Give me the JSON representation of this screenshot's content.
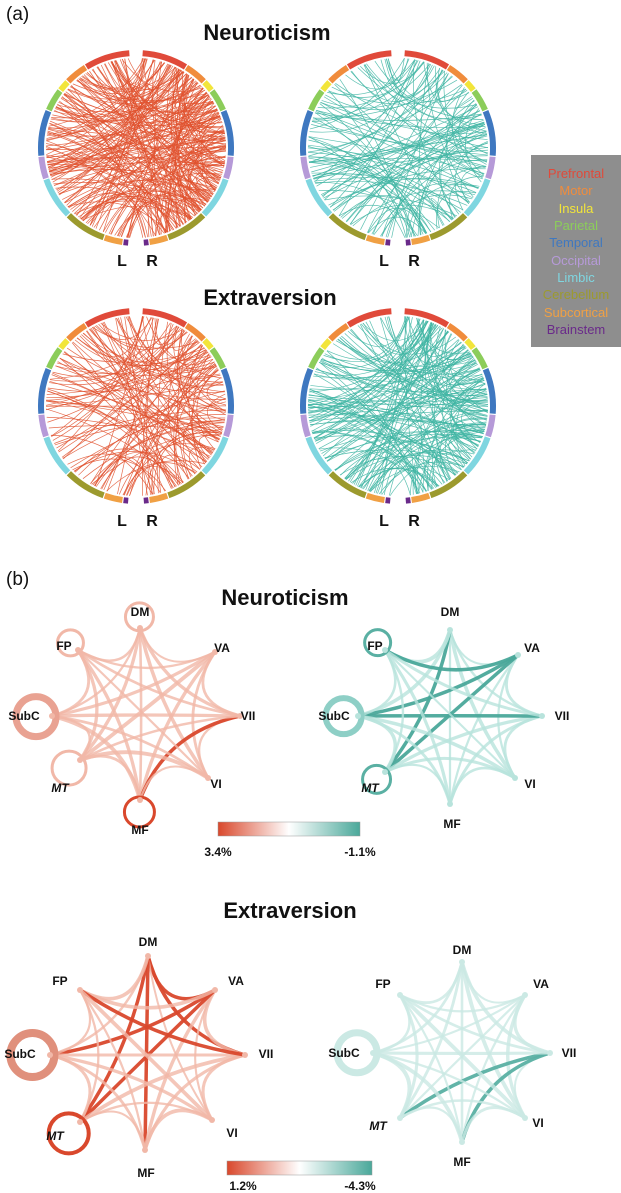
{
  "panel_a": {
    "label": "(a)",
    "titles": [
      "Neuroticism",
      "Extraversion"
    ],
    "hemisphere_left": "L",
    "hemisphere_right": "R",
    "colors": {
      "positive": "#e0522f",
      "negative": "#3fb5a3"
    }
  },
  "legend": {
    "items": [
      {
        "label": "Prefrontal",
        "color": "#e04a3a"
      },
      {
        "label": "Motor",
        "color": "#f08c3c"
      },
      {
        "label": "Insula",
        "color": "#f2e53a"
      },
      {
        "label": "Parietal",
        "color": "#8ccd5a"
      },
      {
        "label": "Temporal",
        "color": "#3f78c0"
      },
      {
        "label": "Occipital",
        "color": "#b69ad8"
      },
      {
        "label": "Limbic",
        "color": "#7fd6e0"
      },
      {
        "label": "Cerebellum",
        "color": "#9c9a2e"
      },
      {
        "label": "Subcortical",
        "color": "#f0a044"
      },
      {
        "label": "Brainstem",
        "color": "#6a2a8a"
      }
    ],
    "background": "#8e8e8e"
  },
  "panel_b": {
    "label": "(b)",
    "titles": [
      "Neuroticism",
      "Extraversion"
    ],
    "nodes": [
      "DM",
      "VA",
      "VII",
      "VI",
      "MF",
      "MT",
      "SubC",
      "FP"
    ],
    "neuroticism_scale": {
      "left": "3.4%",
      "right": "-1.1%"
    },
    "extraversion_scale": {
      "left": "1.2%",
      "right": "-4.3%"
    }
  }
}
